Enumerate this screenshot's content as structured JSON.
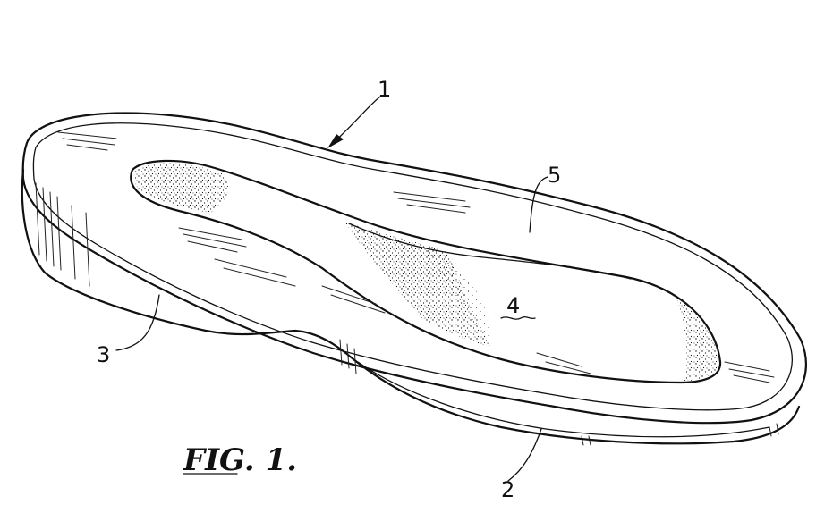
{
  "figure": {
    "caption": "FIG. 1.",
    "labels": {
      "ref_1": "1",
      "ref_2": "2",
      "ref_3": "3",
      "ref_4": "4",
      "ref_5": "5"
    }
  }
}
